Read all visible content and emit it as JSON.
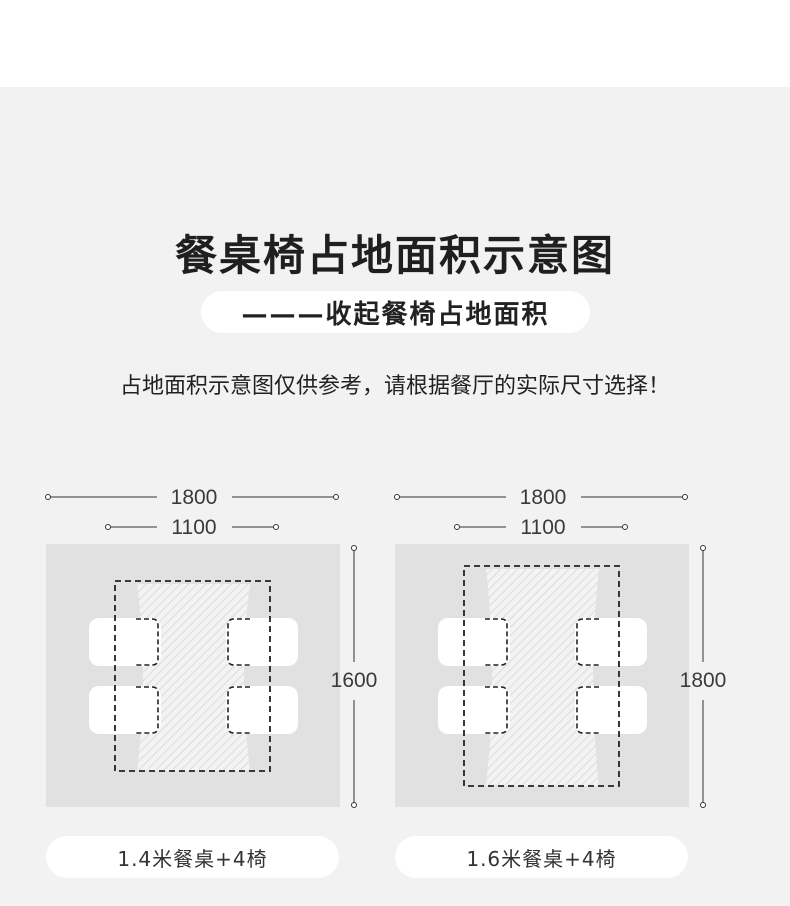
{
  "title": "餐桌椅占地面积示意图",
  "subtitle": "———收起餐椅占地面积",
  "note": "占地面积示意图仅供参考，请根据餐厅的实际尺寸选择！",
  "diagrams": [
    {
      "outer_width": "1800",
      "inner_width": "1100",
      "depth": "1600",
      "caption": "1.4米餐桌+4椅"
    },
    {
      "outer_width": "1800",
      "inner_width": "1100",
      "depth": "1800",
      "caption": "1.6米餐桌+4椅"
    }
  ],
  "colors": {
    "background": "#f2f2f2",
    "area": "#e1e1e1",
    "chair": "#ffffff",
    "line": "#333333"
  }
}
